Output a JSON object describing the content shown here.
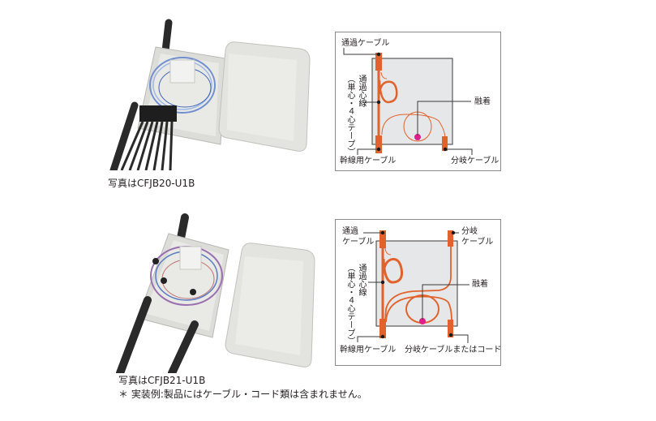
{
  "colors": {
    "orange": "#e2622b",
    "splice": "#e0208a",
    "panel_gray": "#e6e7e8",
    "leader": "#3a3a3a",
    "box_gray": "#d7d6d2",
    "cable_black": "#2a2a2a"
  },
  "section1": {
    "photo_caption": "写真はCFJB20-U1B",
    "photo_icon": "closure-photo-fiber-tray-icon",
    "diagram": {
      "labels": {
        "through_cable": "通過ケーブル",
        "through_fiber": "通過心線",
        "through_fiber_note": "（単心・４心テープ）",
        "splice": "融着",
        "trunk_cable": "幹線用ケーブル",
        "branch_cable": "分岐ケーブル"
      }
    }
  },
  "section2": {
    "photo_caption": "写真はCFJB21-U1B",
    "photo_icon": "closure-photo-fiber-tray-icon",
    "note": "＊ 実装例:製品にはケーブル・コード類は含まれません。",
    "diagram": {
      "labels": {
        "through_cable_line1": "通過",
        "through_cable_line2": "ケーブル",
        "branch_cable_line1": "分岐",
        "branch_cable_line2": "ケーブル",
        "through_fiber": "通過心線",
        "through_fiber_note": "（単心・４心テープ）",
        "splice": "融着",
        "trunk_cable": "幹線用ケーブル",
        "branch_cable_or_cord": "分岐ケーブルまたはコード"
      }
    }
  }
}
